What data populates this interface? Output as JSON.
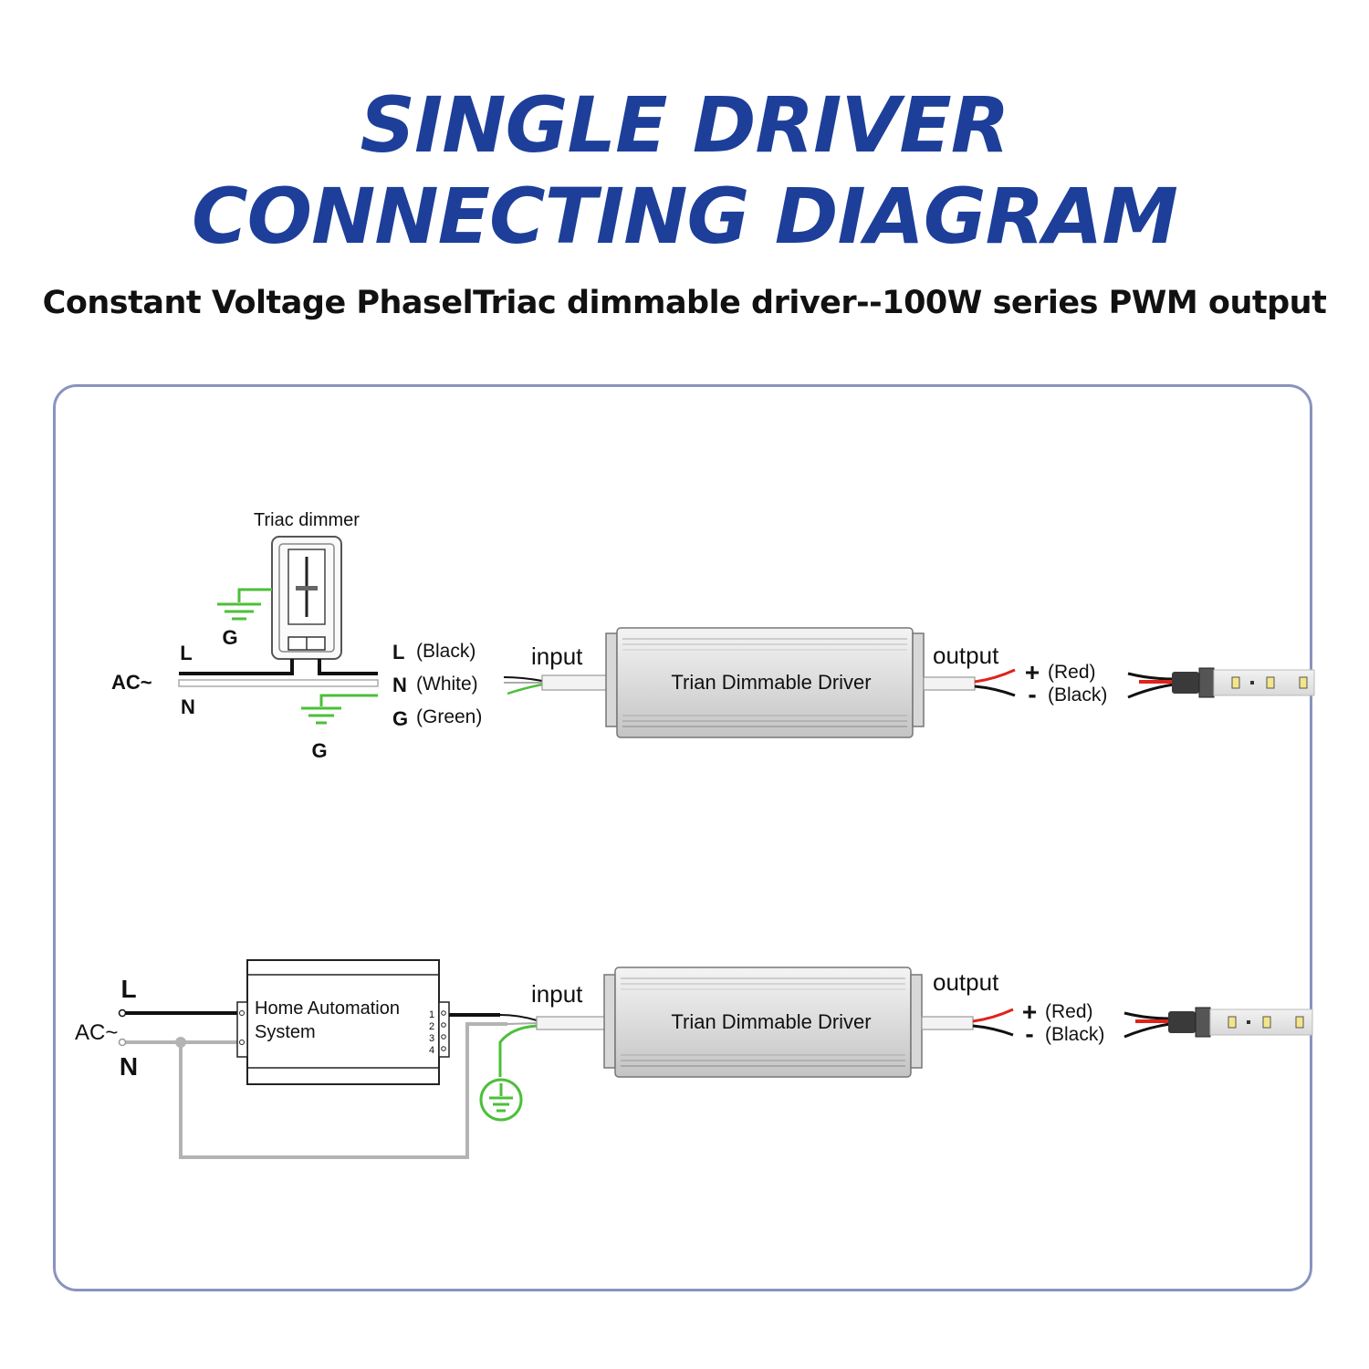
{
  "title": {
    "line1": "SINGLE DRIVER",
    "line2": "CONNECTING DIAGRAM",
    "subtitle": "Constant Voltage PhaselTriac dimmable driver--100W series PWM output"
  },
  "colors": {
    "title": "#1d3f9a",
    "panel_border": "#8a93bf",
    "ground_wire": "#4cbf3a",
    "positive_wire": "#e0231a",
    "negative_wire": "#111111",
    "neutral_wire": "#b3b3b3"
  },
  "top_diagram": {
    "dimmer_label": "Triac dimmer",
    "ac_label": "AC~",
    "line_label": "L",
    "neutral_label": "N",
    "ground_label_1": "G",
    "ground_label_2": "G",
    "wires": [
      {
        "letter": "L",
        "color_name": "(Black)"
      },
      {
        "letter": "N",
        "color_name": "(White)"
      },
      {
        "letter": "G",
        "color_name": "(Green)"
      }
    ],
    "input_label": "input",
    "output_label": "output",
    "driver_label": "Trian Dimmable Driver",
    "plus_sign": "+",
    "minus_sign": "-",
    "plus_color": "(Red)",
    "minus_color": "(Black)"
  },
  "bottom_diagram": {
    "ac_label": "AC~",
    "line_label": "L",
    "neutral_label": "N",
    "controller_line1": "Home Automation",
    "controller_line2": "System",
    "terminals": [
      "1",
      "2",
      "3",
      "4"
    ],
    "input_label": "input",
    "output_label": "output",
    "driver_label": "Trian Dimmable Driver",
    "plus_sign": "+",
    "minus_sign": "-",
    "plus_color": "(Red)",
    "minus_color": "(Black)",
    "ground_icon": "earth-ground-icon"
  }
}
